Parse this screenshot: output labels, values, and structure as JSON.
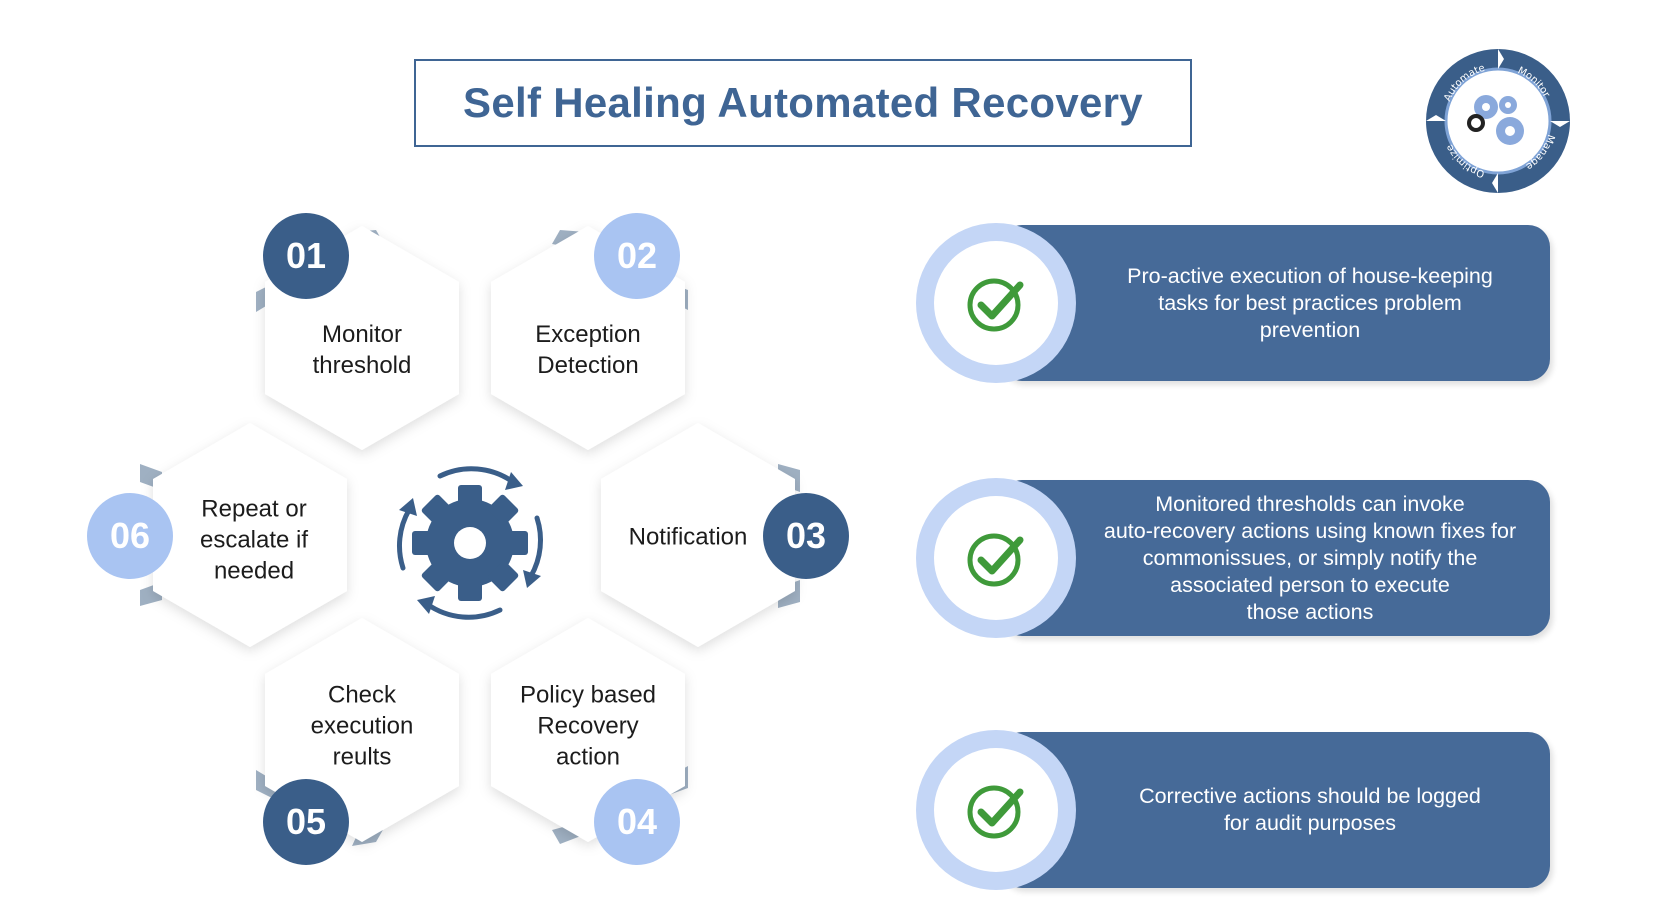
{
  "title": "Self Healing Automated Recovery",
  "logo": {
    "labels": [
      "Automate",
      "Monitor",
      "Manage",
      "Optimize"
    ],
    "icon": "gears-cycle-logo"
  },
  "steps": [
    {
      "number": "01",
      "label": "Monitor\nthreshold"
    },
    {
      "number": "02",
      "label": "Exception\nDetection"
    },
    {
      "number": "03",
      "label": "Notification"
    },
    {
      "number": "04",
      "label": "Policy based\nRecovery\naction"
    },
    {
      "number": "05",
      "label": "Check\nexecution\nreults"
    },
    {
      "number": "06",
      "label": "Repeat or\nescalate if\nneeded"
    }
  ],
  "center_icon": "gear-cycle-icon",
  "benefits": [
    {
      "text": "Pro-active execution of house-keeping\ntasks for best practices problem\nprevention",
      "icon": "check-icon"
    },
    {
      "text": "Monitored thresholds can invoke\nauto-recovery actions using known fixes for\ncommonissues, or simply notify the\nassociated person to execute\nthose actions",
      "icon": "check-icon"
    },
    {
      "text": "Corrective actions should be logged\nfor audit purposes",
      "icon": "check-icon"
    }
  ],
  "colors": {
    "primary": "#3f6594",
    "panel": "#466a98",
    "badge_dark": "#3a5e89",
    "badge_light": "#a9c4f2",
    "ring": "#c4d6f6",
    "check": "#3f9a3a"
  }
}
